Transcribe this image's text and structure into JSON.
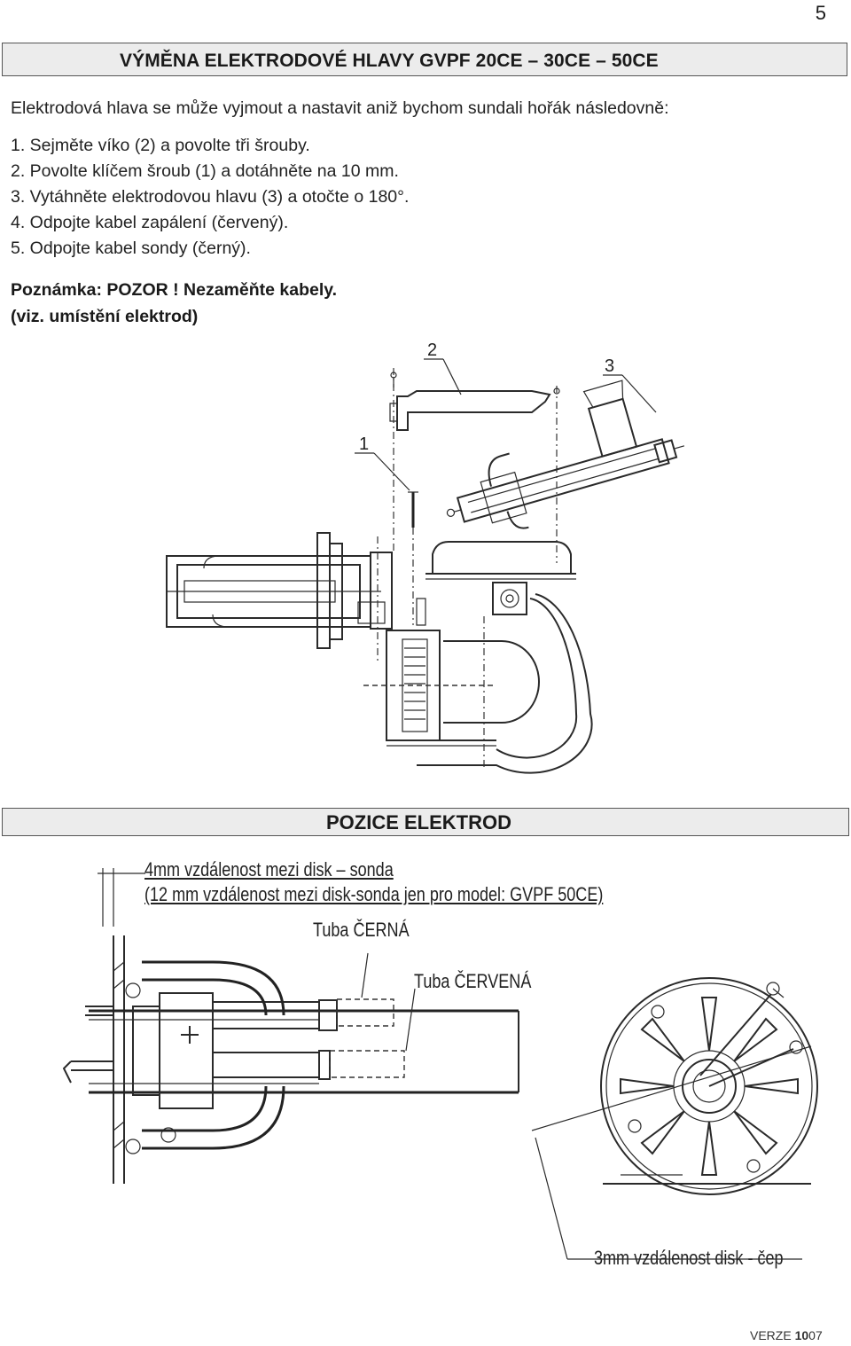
{
  "page_number": "5",
  "title": "VÝMĚNA ELEKTRODOVÉ HLAVY GVPF 20CE – 30CE – 50CE",
  "intro": "Elektrodová hlava se může vyjmout a nastavit aniž bychom sundali hořák následovně:",
  "steps": [
    "1. Sejměte víko (2) a povolte tři šrouby.",
    "2. Povolte klíčem šroub (1) a dotáhněte na 10 mm.",
    "3. Vytáhněte elektrodovou hlavu (3) a otočte o 180°.",
    "4. Odpojte kabel zapálení (červený).",
    "5. Odpojte kabel sondy (černý)."
  ],
  "note_line1": "Poznámka: POZOR ! Nezaměňte kabely.",
  "note_line2": "(viz. umístění elektrod)",
  "figure1": {
    "callouts": [
      "1",
      "2",
      "3"
    ]
  },
  "section_title": "POZICE ELEKTROD",
  "figure2": {
    "label_disk_probe": "4mm vzdálenost mezi disk – sonda",
    "label_disk_probe_50": "(12 mm vzdálenost mezi disk-sonda jen pro model: GVPF 50CE)",
    "label_tube_black": "Tuba ČERNÁ",
    "label_tube_red": "Tuba ČERVENÁ",
    "label_disk_tip": "3mm vzdálenost disk - čep"
  },
  "footer": {
    "prefix": "VERZE ",
    "version_bold": "10",
    "version_rest": "07"
  }
}
